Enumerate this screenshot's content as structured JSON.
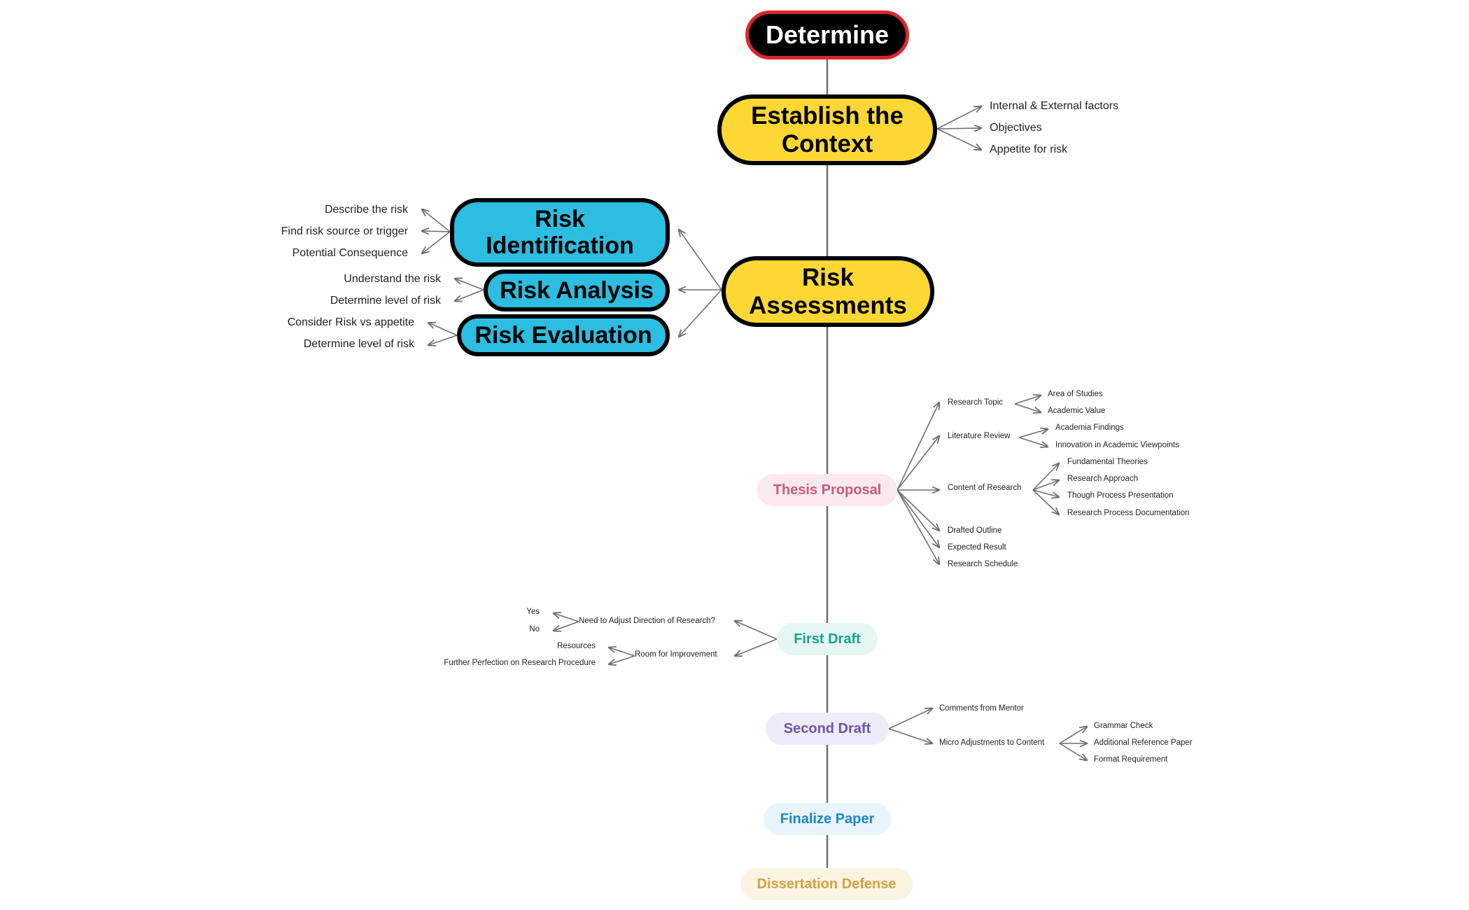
{
  "main_nodes": {
    "determine": "Determine",
    "establish": "Establish the\nContext",
    "risk_assessments": "Risk\nAssessments",
    "risk_identification": "Risk\nIdentification",
    "risk_analysis": "Risk Analysis",
    "risk_evaluation": "Risk Evaluation",
    "thesis_proposal": "Thesis Proposal",
    "first_draft": "First Draft",
    "second_draft": "Second Draft",
    "finalize_paper": "Finalize Paper",
    "dissertation_defense": "Dissertation Defense"
  },
  "context_items": [
    "Internal & External factors",
    "Objectives",
    "Appetite for risk"
  ],
  "identification_items": [
    "Describe the risk",
    "Find risk source or trigger",
    "Potential Consequence"
  ],
  "analysis_items": [
    "Understand the risk",
    "Determine level of risk"
  ],
  "evaluation_items": [
    "Consider Risk vs appetite",
    "Determine level of risk"
  ],
  "thesis": {
    "research_topic": "Research Topic",
    "research_topic_items": [
      "Area of Studies",
      "Academic Value"
    ],
    "literature_review": "Literature Review",
    "literature_review_items": [
      "Academia Findings",
      "Innovation in Academic Viewpoints"
    ],
    "content_of_research": "Content of Research",
    "content_items": [
      "Fundamental Theories",
      "Research Approach",
      "Though Process Presentation",
      "Research Process Documentation"
    ],
    "drafted_outline": "Drafted Outline",
    "expected_result": "Expected Result",
    "research_schedule": "Research Schedule"
  },
  "first_draft": {
    "need_adjust": "Need to Adjust Direction of Research?",
    "need_adjust_items": [
      "Yes",
      "No"
    ],
    "room": "Room for Improvement",
    "room_items": [
      "Resources",
      "Further Perfection on Research Procedure"
    ]
  },
  "second_draft": {
    "comments": "Comments from Mentor",
    "micro": "Micro Adjustments to Content",
    "micro_items": [
      "Grammar Check",
      "Additional Reference Paper",
      "Format Requirement"
    ]
  },
  "colors": {
    "thesis_text": "#c85a7a",
    "thesis_bg": "#fbe9ee",
    "first_text": "#1aa38c",
    "first_bg": "#e6f7f3",
    "second_text": "#6a55b0",
    "second_bg": "#efecfa",
    "final_text": "#1b88c8",
    "final_bg": "#e8f5fc",
    "defense_text": "#d6a040",
    "defense_bg": "#fcf4e3"
  }
}
